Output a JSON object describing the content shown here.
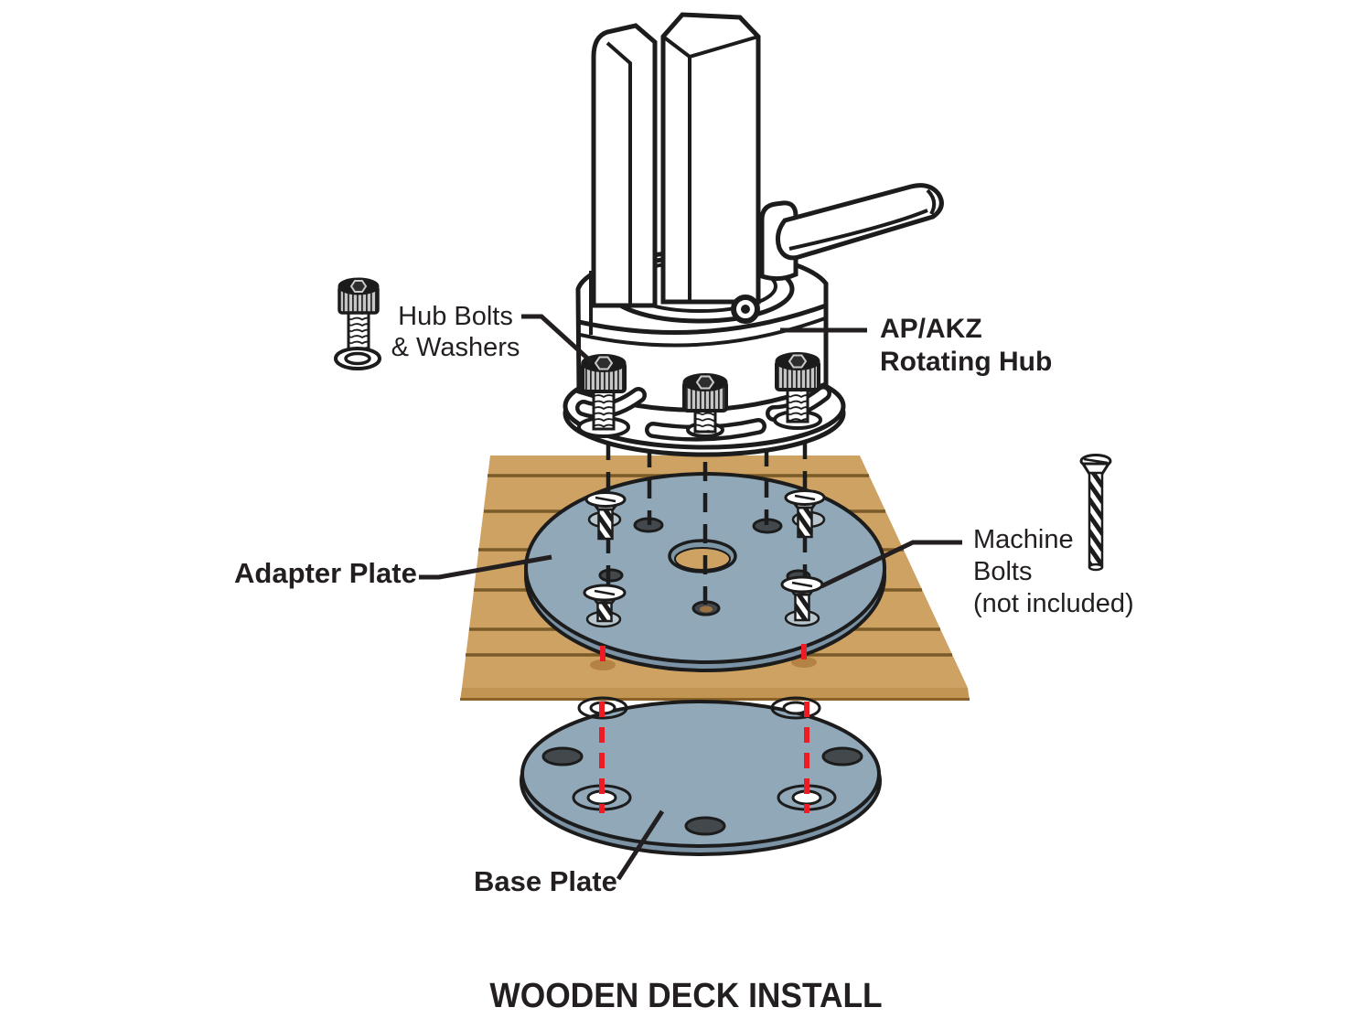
{
  "diagram_title": "WOODEN DECK INSTALL",
  "callouts": {
    "hub_bolts": {
      "lines": [
        "Hub Bolts",
        "& Washers"
      ]
    },
    "rotating_hub": {
      "lines": [
        "AP/AKZ",
        "Rotating Hub"
      ]
    },
    "adapter_plate": {
      "label": "Adapter Plate"
    },
    "machine_bolts": {
      "lines": [
        "Machine",
        "Bolts",
        "(not included)"
      ]
    },
    "base_plate": {
      "label": "Base Plate"
    }
  },
  "colors": {
    "wood": "#cda263",
    "wood_plank_line": "#7a5a28",
    "wood_front_edge": "#c39553",
    "plate_metal": "#90a8b8",
    "plate_shadow": "#7b93a4",
    "outline_black": "#231f20",
    "alignment_red": "#ed1c24"
  },
  "icons": [
    "hub-bolt-icon",
    "washer-icon",
    "machine-bolt-icon"
  ]
}
